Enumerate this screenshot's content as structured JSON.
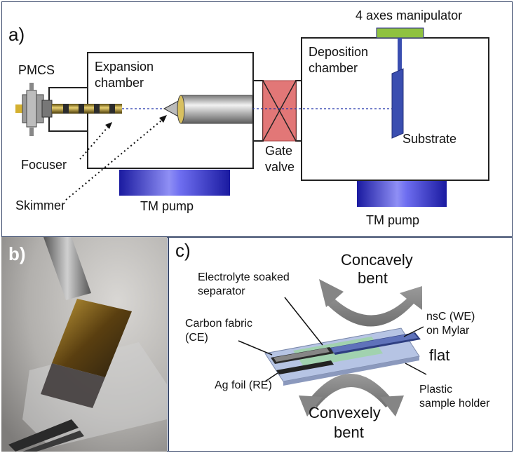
{
  "panel_a": {
    "label": "a)",
    "pmcs": "PMCS",
    "expansion_chamber": [
      "Expansion",
      "chamber"
    ],
    "deposition_chamber": [
      "Deposition",
      "chamber"
    ],
    "manipulator": "4 axes manipulator",
    "substrate": "Substrate",
    "gate_valve": [
      "Gate",
      "valve"
    ],
    "focuser": "Focuser",
    "skimmer": "Skimmer",
    "tm_pump_left": "TM pump",
    "tm_pump_right": "TM pump"
  },
  "panel_b": {
    "label": "b)"
  },
  "panel_c": {
    "label": "c)",
    "concavely": "Concavely",
    "concavely_bent": "bent",
    "electrolyte": [
      "Electrolyte soaked",
      "separator"
    ],
    "carbon_fabric": [
      "Carbon fabric",
      "(CE)"
    ],
    "nsc": [
      "nsC (WE)",
      "on Mylar"
    ],
    "flat": "flat",
    "ag_foil": "Ag foil (RE)",
    "plastic": [
      "Plastic",
      "sample holder"
    ],
    "convexely": "Convexely",
    "convexely_bent": "bent"
  },
  "colors": {
    "border": "#3b4a6b",
    "pump": "#2a2ad0",
    "gate": "#e27777",
    "manipulator": "#8fc240",
    "substrate": "#3a4eb0",
    "arrow_gray": "#8a8a8a"
  }
}
